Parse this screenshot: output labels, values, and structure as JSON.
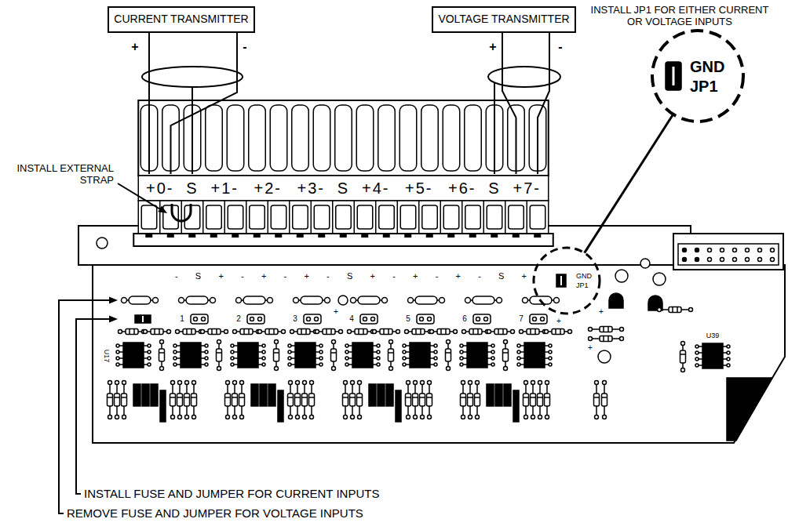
{
  "diagram": {
    "nodes": [
      {
        "text": [
          "CURRENT TRANSMITTER"
        ]
      },
      {
        "text": [
          "VOLTAGE TRANSMITTER"
        ]
      }
    ],
    "labels": [
      "INSTALL JP1 FOR EITHER CURRENT OR VOLTAGE INPUTS",
      "+",
      "-",
      "+",
      "-",
      "+0-",
      "S",
      "+1-",
      "+2-",
      "+3-",
      "S",
      "+4-",
      "+5-",
      "+6-",
      "S",
      "+7-",
      "INSTALL EXTERNAL STRAP",
      "GND",
      "JP1",
      "- S + - + - + - S + - + - + - S +",
      "1",
      "2",
      "3",
      "4",
      "5",
      "6",
      "7",
      "GND",
      "JP1",
      "U17",
      "U39",
      "+",
      "+",
      "+",
      "+",
      "INSTALL FUSE AND JUMPER FOR CURRENT INPUTS",
      "REMOVE FUSE AND JUMPER FOR VOLTAGE INPUTS"
    ]
  }
}
